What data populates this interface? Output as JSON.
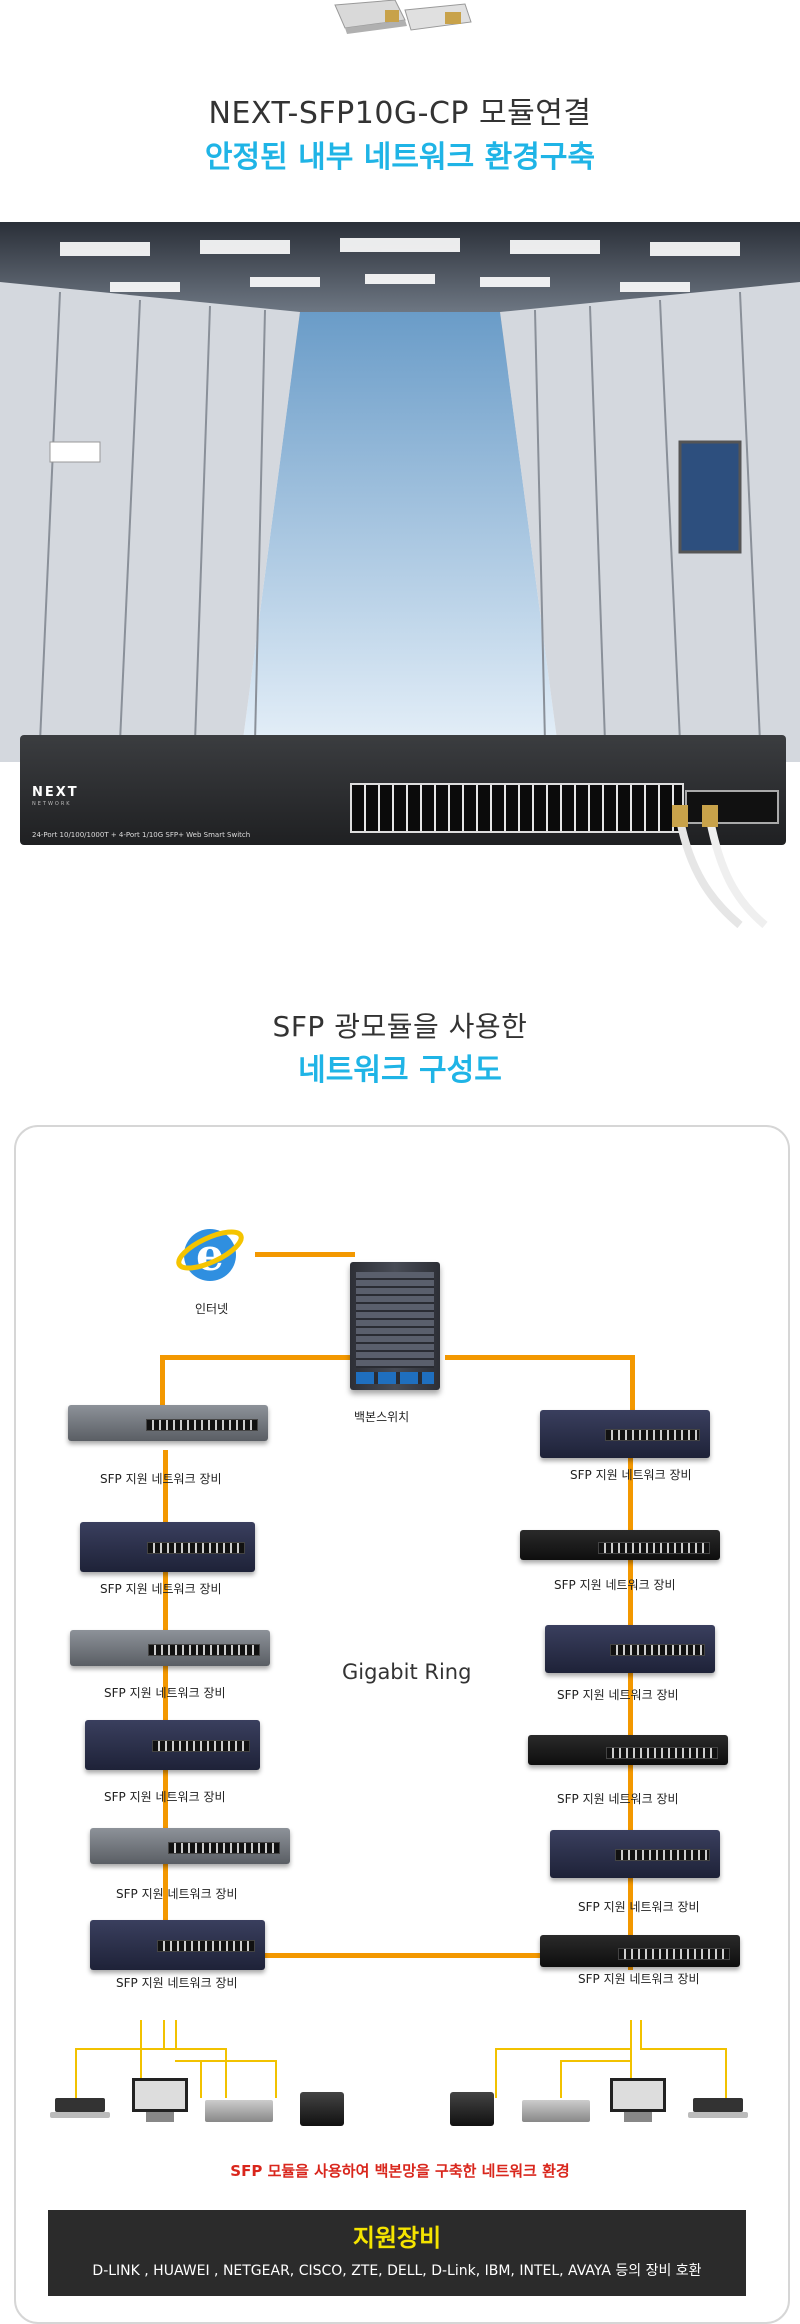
{
  "hero": {
    "title_line1": "NEXT-SFP10G-CP 모듈연결",
    "title_line2": "안정된 내부 네트워크 환경구축",
    "switch_brand": "NEXT",
    "switch_sub": "NETWORK",
    "switch_desc": "24-Port 10/100/1000T + 4-Port 1/10G SFP+ Web Smart Switch"
  },
  "section2": {
    "title_line1": "SFP 광모듈을 사용한",
    "title_line2": "네트워크 구성도"
  },
  "diagram": {
    "internet_label": "인터넷",
    "backbone_label": "백본스위치",
    "ring_label": "Gigabit Ring",
    "device_label": "SFP 지원 네트워크 장비",
    "caption": "SFP 모듈을 사용하여 백본망을 구축한 네트워크 환경"
  },
  "support": {
    "title": "지원장비",
    "list": "D-LINK , HUAWEI , NETGEAR, CISCO, ZTE, DELL, D-Link, IBM, INTEL, AVAYA 등의 장비 호환"
  },
  "colors": {
    "accent_blue": "#1fb4e6",
    "line_orange": "#f39800",
    "line_yellow": "#f2c200",
    "caption_red": "#d9261c",
    "support_title": "#f5e400",
    "support_bg": "#2b2b2b"
  }
}
